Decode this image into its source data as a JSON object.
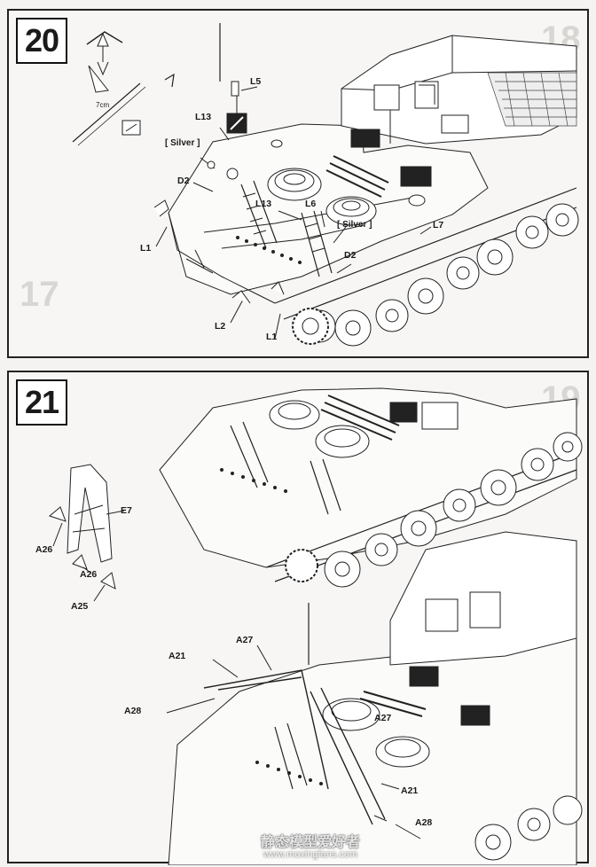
{
  "panel20": {
    "step": "20",
    "ghost_step_right": "18",
    "ghost_step_left": "17",
    "dimension": "7cm",
    "callouts": {
      "L5": "L5",
      "L13_top": "L13",
      "silver_left": "[ Silver ]",
      "D2_left": "D2",
      "L1_left": "L1",
      "L13_mid": "L13",
      "L6": "L6",
      "silver_right": "[ Silver ]",
      "L7": "L7",
      "D2_right": "D2",
      "L2": "L2",
      "L1_bottom": "L1"
    }
  },
  "panel21": {
    "step": "21",
    "ghost_step_right": "19",
    "callouts": {
      "E7": "E7",
      "A26_left": "A26",
      "A26_right": "A26",
      "A25": "A25",
      "A27_top": "A27",
      "A21_left": "A21",
      "A28_left": "A28",
      "A27_right": "A27",
      "A21_right": "A21",
      "A28_right": "A28"
    }
  },
  "watermark": {
    "brand": "静态模型爱好者",
    "url": "www.moxingfans.com"
  }
}
